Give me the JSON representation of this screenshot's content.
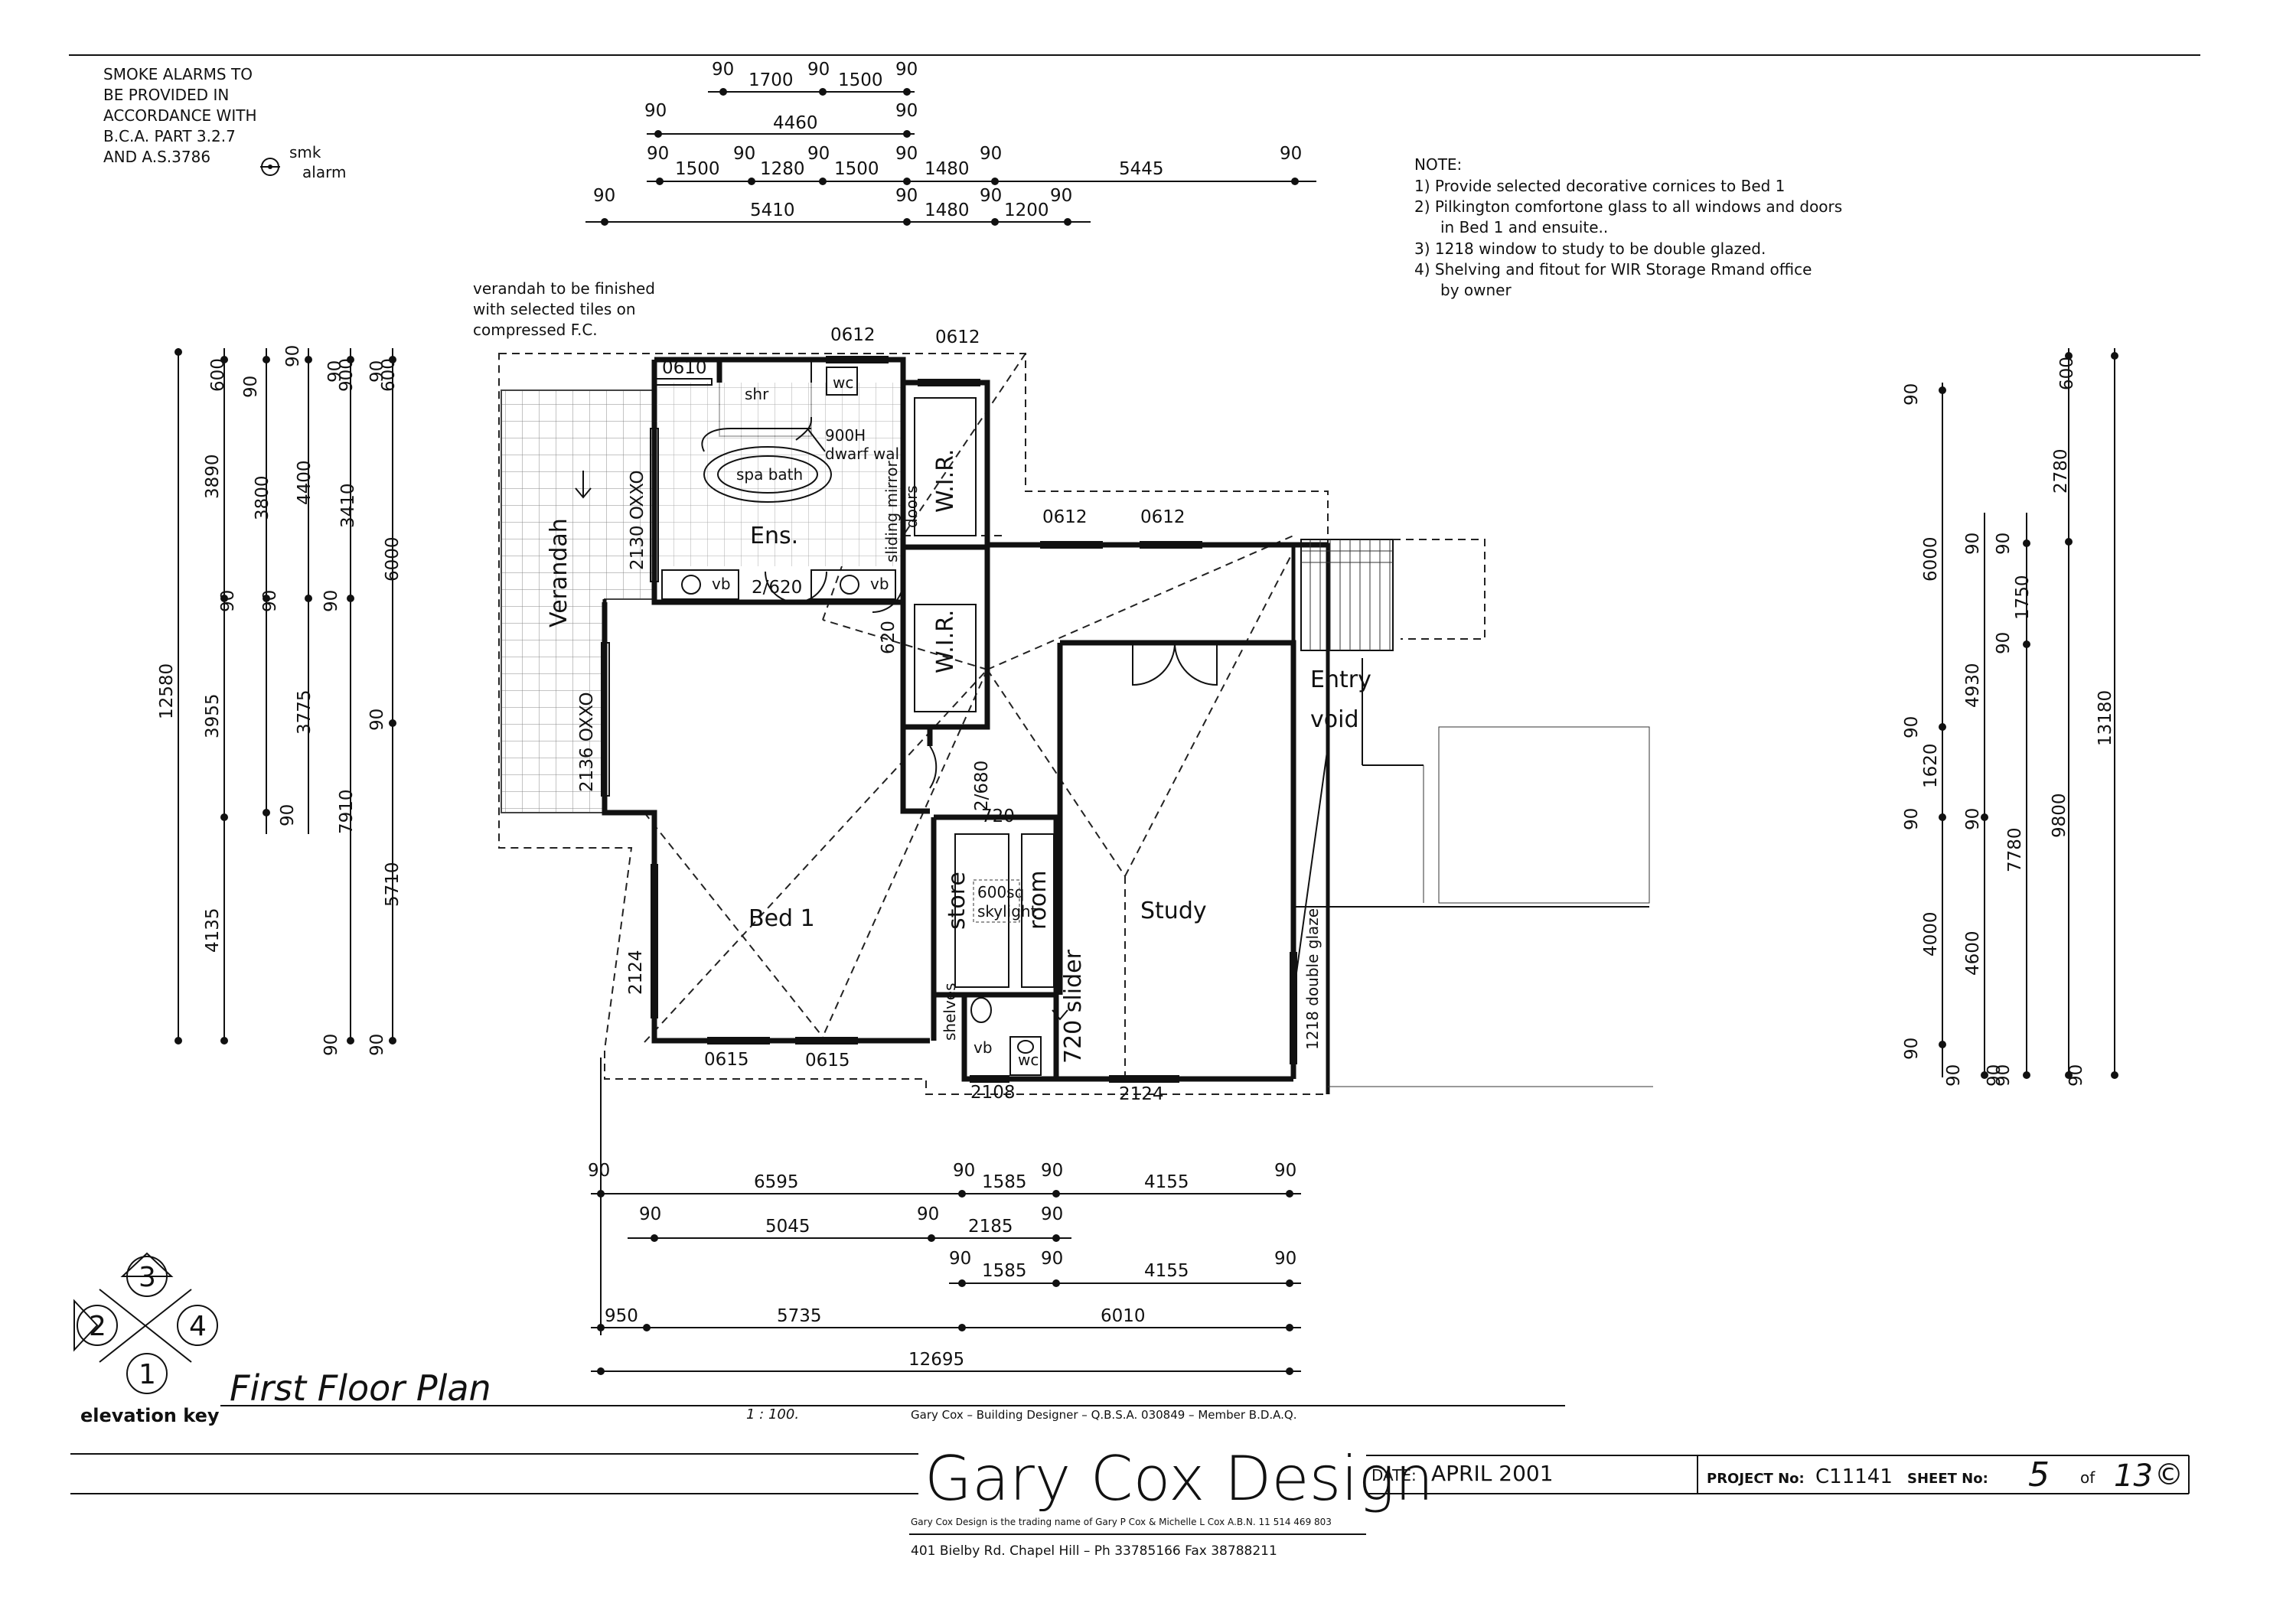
{
  "notes": {
    "smoke_alarms": [
      "SMOKE ALARMS TO",
      "BE PROVIDED IN",
      "ACCORDANCE WITH",
      "B.C.A. PART 3.2.7",
      "AND A.S.3786"
    ],
    "smk_alarm": [
      "smk",
      "alarm"
    ],
    "verandah_note": [
      "verandah to be finished",
      "with selected tiles on",
      "compressed F.C."
    ],
    "note_title": "NOTE:",
    "note_items": [
      "1) Provide selected decorative cornices to Bed 1",
      "2) Pilkington comfortone glass to all windows and doors",
      "in Bed 1 and ensuite..",
      "3) 1218 window to study to be double glazed.",
      "4) Shelving and fitout for WIR Storage Rmand office",
      "by owner"
    ]
  },
  "rooms": {
    "verandah": "Verandah",
    "ens": "Ens.",
    "spa_bath": "spa bath",
    "shr": "shr",
    "wc": "wc",
    "vb": "vb",
    "dwarf_wall": [
      "900H",
      "dwarf wall"
    ],
    "sliding_mirror": [
      "sliding mirror",
      "doors"
    ],
    "wir": "W.I.R.",
    "entry_void": [
      "Entry",
      "void"
    ],
    "bed1": "Bed 1",
    "study": "Study",
    "store": "store",
    "room": "room",
    "skylight": [
      "600sq",
      "skylight"
    ],
    "shelves": "shelves",
    "slider": "720 slider"
  },
  "window_labels": {
    "w0610": "0610",
    "w0612a": "0612",
    "w0612b": "0612",
    "w0612c": "0612",
    "w0612d": "0612",
    "w2130": "2130 OXXO",
    "w2136": "2136 OXXO",
    "w2124a": "2124",
    "w0615a": "0615",
    "w0615b": "0615",
    "w2108": "2108",
    "w2124b": "2124",
    "w1218": "1218 double glaze",
    "d2_620": "2/620",
    "d2_680": "2/680",
    "d620": "620",
    "d720": "720"
  },
  "dimensions": {
    "top": [
      "90",
      "1700",
      "90",
      "1500",
      "90",
      "90",
      "4460",
      "90",
      "90",
      "1500",
      "90",
      "1280",
      "90",
      "1500",
      "90",
      "1480",
      "90",
      "5445",
      "90",
      "90",
      "5410",
      "90",
      "1480",
      "90",
      "1200",
      "90"
    ],
    "left": [
      "12580",
      "600",
      "3890",
      "90",
      "3955",
      "4135",
      "90",
      "3800",
      "90",
      "90",
      "4400",
      "3775",
      "90",
      "90",
      "900",
      "3410",
      "90",
      "7910",
      "90",
      "90",
      "600",
      "6000",
      "90",
      "5710",
      "90"
    ],
    "right": [
      "90",
      "600",
      "2780",
      "6000",
      "90",
      "1620",
      "90",
      "4000",
      "90",
      "90",
      "90",
      "4930",
      "90",
      "4600",
      "90",
      "90",
      "1750",
      "90",
      "7780",
      "90",
      "9800",
      "90",
      "13180"
    ],
    "bottom": [
      "90",
      "6595",
      "90",
      "1585",
      "90",
      "4155",
      "90",
      "90",
      "5045",
      "90",
      "2185",
      "90",
      "90",
      "1585",
      "90",
      "4155",
      "90",
      "950",
      "5735",
      "6010",
      "12695"
    ]
  },
  "elevation_key": {
    "numbers": [
      "3",
      "2",
      "4",
      "1"
    ],
    "label": "elevation key"
  },
  "title_block": {
    "plan_title": "First Floor Plan",
    "scale": "1 : 100.",
    "designer_line": "Gary Cox  –  Building Designer  –  Q.B.S.A. 030849  –  Member B.D.A.Q.",
    "logo": "Gary Cox Design",
    "trading_line": "Gary Cox Design is the trading name of Gary P Cox & Michelle L Cox A.B.N. 11 514 469 803",
    "address_line": "401 Bielby Rd. Chapel Hill  –  Ph 33785166 Fax 38788211",
    "date_label": "DATE:",
    "date_value": "APRIL 2001",
    "project_label": "PROJECT No:",
    "project_value": "C11141",
    "sheet_label": "SHEET No:",
    "sheet_value": "5",
    "of_label": "of",
    "total_value": "13",
    "copyright": "©"
  }
}
